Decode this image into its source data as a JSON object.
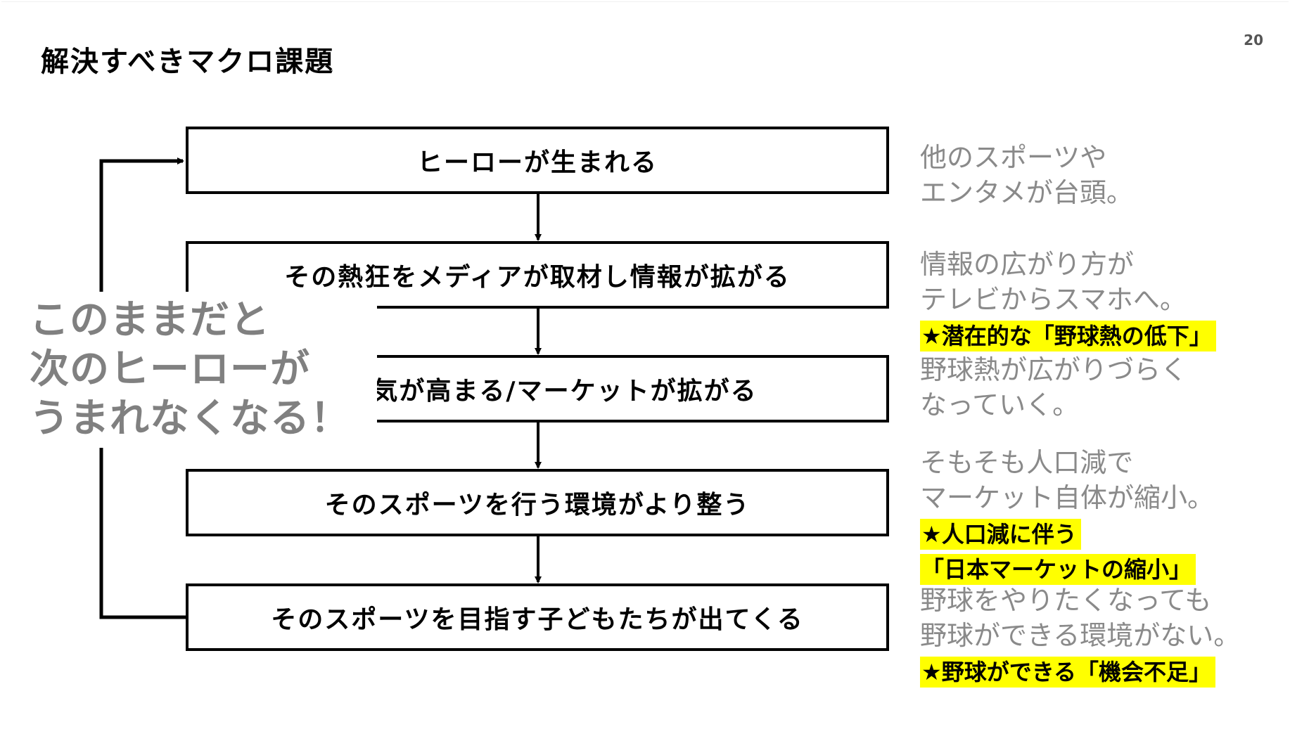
{
  "page_number": "20",
  "title": "解決すべきマクロ課題",
  "boxes": [
    "ヒーローが生まれる",
    "その熱狂をメディアが取材し情報が拡がる",
    "人気が高まる/マーケットが拡がる",
    "そのスポーツを行う環境がより整う",
    "そのスポーツを目指す子どもたちが出てくる"
  ],
  "overlay": {
    "line1": "このままだと",
    "line2": "次のヒーローが",
    "line3": "うまれなくなる！"
  },
  "notes": {
    "n1": {
      "line1": "他のスポーツや",
      "line2": "エンタメが台頭。"
    },
    "n2": {
      "line1": "情報の広がり方が",
      "line2": "テレビからスマホへ。",
      "highlight": "★潜在的な「野球熱の低下」",
      "line3": "野球熱が広がりづらく",
      "line4": "なっていく。"
    },
    "n3": {
      "line1": "そもそも人口減で",
      "line2": "マーケット自体が縮小。",
      "highlight1": "★人口減に伴う",
      "highlight2": "「日本マーケットの縮小」"
    },
    "n4": {
      "line1": "野球をやりたくなっても",
      "line2": "野球ができる環境がない。",
      "highlight": "★野球ができる「機会不足」"
    }
  },
  "colors": {
    "highlight": "#ffff00",
    "note_text": "#8a8a8a",
    "overlay_text": "#808080"
  }
}
